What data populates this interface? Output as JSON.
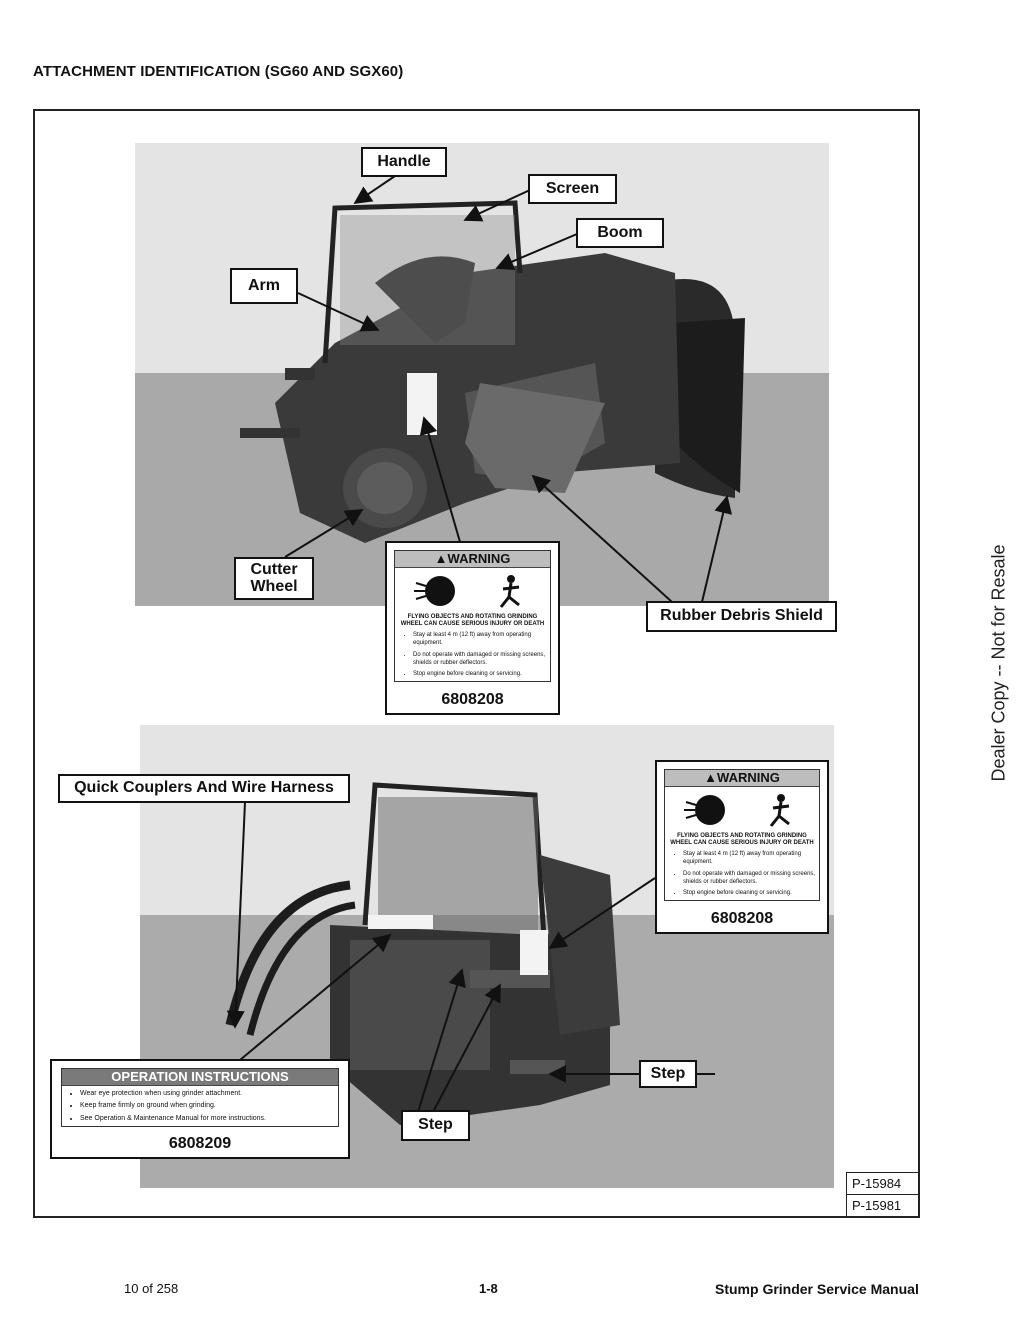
{
  "page": {
    "title": "ATTACHMENT IDENTIFICATION (SG60 AND SGX60)",
    "side_label": "Dealer Copy -- Not for Resale",
    "photo_ids": [
      "P-15984",
      "P-15981"
    ],
    "footer": {
      "page_of": "10 of 258",
      "page_number": "1-8",
      "manual_title": "Stump Grinder Service Manual"
    }
  },
  "callouts": {
    "handle": "Handle",
    "screen": "Screen",
    "boom": "Boom",
    "arm": "Arm",
    "cutter_wheel": "Cutter\nWheel",
    "rubber_debris_shield": "Rubber Debris Shield",
    "quick_couplers": "Quick Couplers And Wire Harness",
    "step_bottom": "Step",
    "step_right": "Step"
  },
  "warning_decal": {
    "header": "WARNING",
    "caption": "FLYING OBJECTS AND ROTATING GRINDING WHEEL CAN CAUSE SERIOUS INJURY OR DEATH",
    "bullets": [
      "Stay at least 4 m (12 ft) away from operating equipment.",
      "Do not operate with damaged or missing screens, shields or rubber deflectors.",
      "Stop engine before cleaning or servicing."
    ],
    "part_number": "6808208"
  },
  "operation_decal": {
    "header": "OPERATION INSTRUCTIONS",
    "bullets": [
      "Wear eye protection when using grinder attachment.",
      "Keep frame firmly on ground when grinding.",
      "See Operation & Maintenance Manual for more instructions."
    ],
    "part_number": "6808209"
  }
}
